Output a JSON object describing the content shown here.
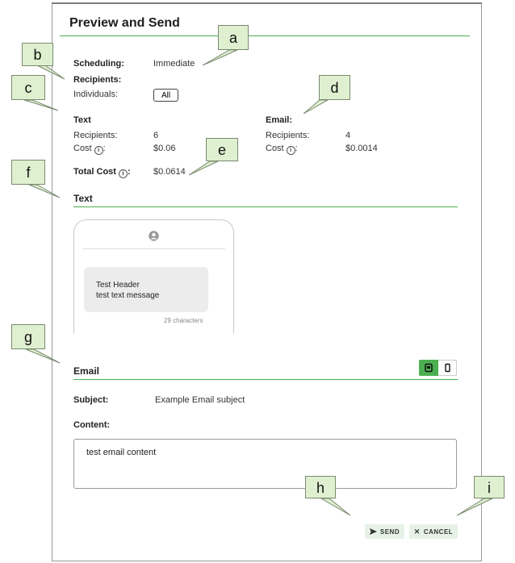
{
  "dialog": {
    "title": "Preview and Send"
  },
  "summary": {
    "scheduling_label": "Scheduling:",
    "scheduling_value": "Immediate",
    "recipients_label": "Recipients:",
    "individuals_label": "Individuals:",
    "all_button": "All",
    "text": {
      "heading": "Text",
      "recipients_label": "Recipients:",
      "recipients_value": "6",
      "cost_label": "Cost",
      "cost_value": "$0.06"
    },
    "email": {
      "heading": "Email:",
      "recipients_label": "Recipients:",
      "recipients_value": "4",
      "cost_label": "Cost",
      "cost_value": "$0.0014"
    },
    "total_cost_label": "Total Cost",
    "total_cost_value": "$0.0614"
  },
  "text_preview": {
    "heading": "Text",
    "message_header": "Test Header",
    "message_body": "test text message",
    "char_count": "29 characters"
  },
  "email_preview": {
    "heading": "Email",
    "subject_label": "Subject:",
    "subject_value": "Example Email subject",
    "content_label": "Content:",
    "content_value": "test email content",
    "view_desktop_icon": "desktop-icon",
    "view_mobile_icon": "mobile-icon"
  },
  "actions": {
    "send_label": "SEND",
    "cancel_label": "CANCEL"
  },
  "callouts": [
    "a",
    "b",
    "c",
    "d",
    "e",
    "f",
    "g",
    "h",
    "i"
  ],
  "colors": {
    "accent": "#4caf50",
    "callout_bg": "#dff0d0",
    "button_bg": "#e6f2e6"
  }
}
